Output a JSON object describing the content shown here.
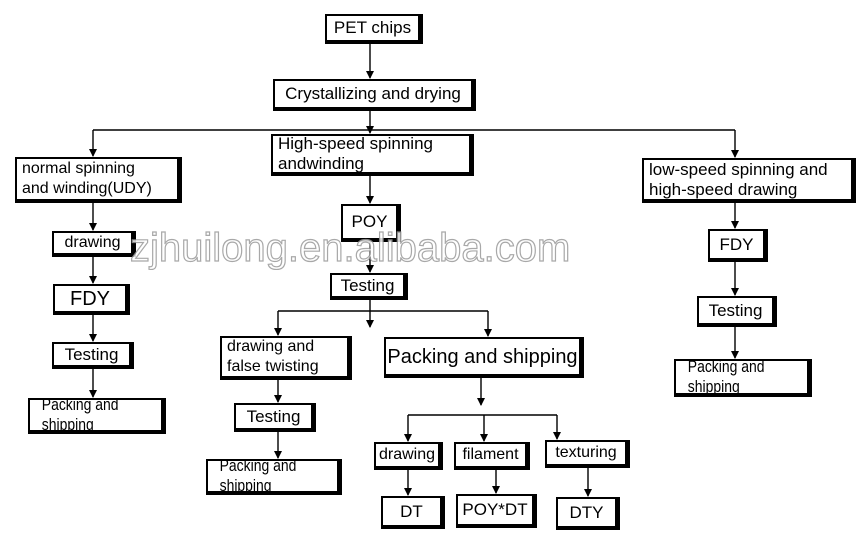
{
  "watermark": "zjhuilong.en.alibaba.com",
  "nodes": {
    "pet_chips": "PET chips",
    "crystallizing": "Crystallizing and drying",
    "high_speed": "High-speed spinning\nandwinding",
    "normal_spinning": "normal spinning\nand winding(UDY)",
    "low_speed": "low-speed spinning and\nhigh-speed drawing",
    "poy": "POY",
    "drawing_left": "drawing",
    "fdy_left": "FDY",
    "testing_left": "Testing",
    "packing_left": "Packing and shipping",
    "testing_mid": "Testing",
    "drawing_false_twisting": "drawing and\nfalse twisting",
    "packing_mid": "Packing and shipping",
    "testing_lower_mid": "Testing",
    "packing_lower_mid": "Packing and shipping",
    "drawing_sub": "drawing",
    "filament_sub": "filament",
    "texturing_sub": "texturing",
    "dt": "DT",
    "poy_dt": "POY*DT",
    "dty": "DTY",
    "fdy_right": "FDY",
    "testing_right": "Testing",
    "packing_right": "Packing and shipping"
  }
}
